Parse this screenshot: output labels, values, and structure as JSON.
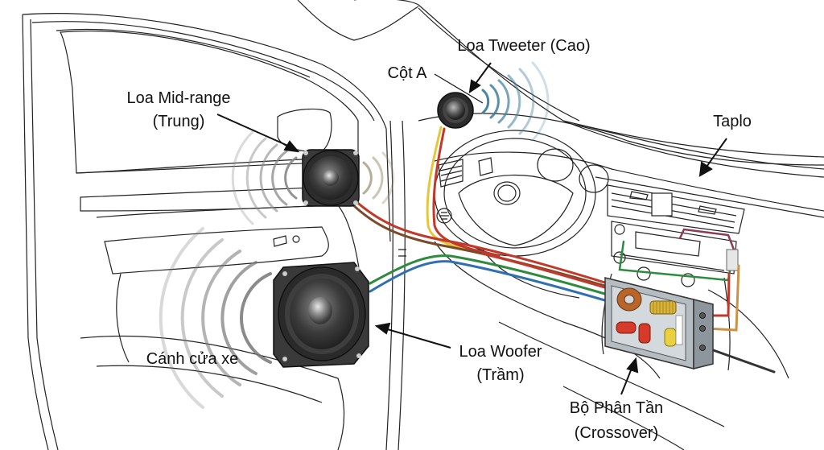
{
  "diagram": {
    "subject": "Car audio component speaker system installation",
    "labels": {
      "tweeter": {
        "line1": "Loa Tweeter (Cao)"
      },
      "a_pillar": {
        "line1": "Cột A"
      },
      "midrange": {
        "line1": "Loa Mid-range",
        "line2": "(Trung)"
      },
      "dashboard": {
        "line1": "Taplo"
      },
      "door": {
        "line1": "Cánh cửa xe"
      },
      "woofer": {
        "line1": "Loa Woofer",
        "line2": "(Trầm)"
      },
      "crossover": {
        "line1": "Bộ Phân Tần",
        "line2": "(Crossover)"
      }
    },
    "components": [
      {
        "id": "tweeter",
        "name": "Tweeter speaker",
        "location": "A-pillar"
      },
      {
        "id": "midrange",
        "name": "Mid-range speaker",
        "location": "Upper door panel"
      },
      {
        "id": "woofer",
        "name": "Woofer speaker",
        "location": "Lower door panel"
      },
      {
        "id": "crossover",
        "name": "Crossover unit",
        "location": "Under dashboard"
      },
      {
        "id": "head-unit",
        "name": "Head unit / radio",
        "location": "Dashboard center"
      }
    ],
    "wire_colors": {
      "red": "#c0392b",
      "brown": "#7a4a2a",
      "yellow": "#e6c63a",
      "green": "#2e8b3e",
      "blue": "#2f6fb3",
      "tan": "#c8924a",
      "maroon": "#8e3b52",
      "black": "#333333"
    },
    "accent_colors": {
      "tweeter_waves": "#3f7e9c",
      "speaker_body": "#3a3a3a",
      "crossover_case": "#9aa3ab",
      "coil_copper": "#b8652a",
      "coil_gold": "#d8b23a",
      "capacitor_red": "#d63a2a"
    }
  }
}
